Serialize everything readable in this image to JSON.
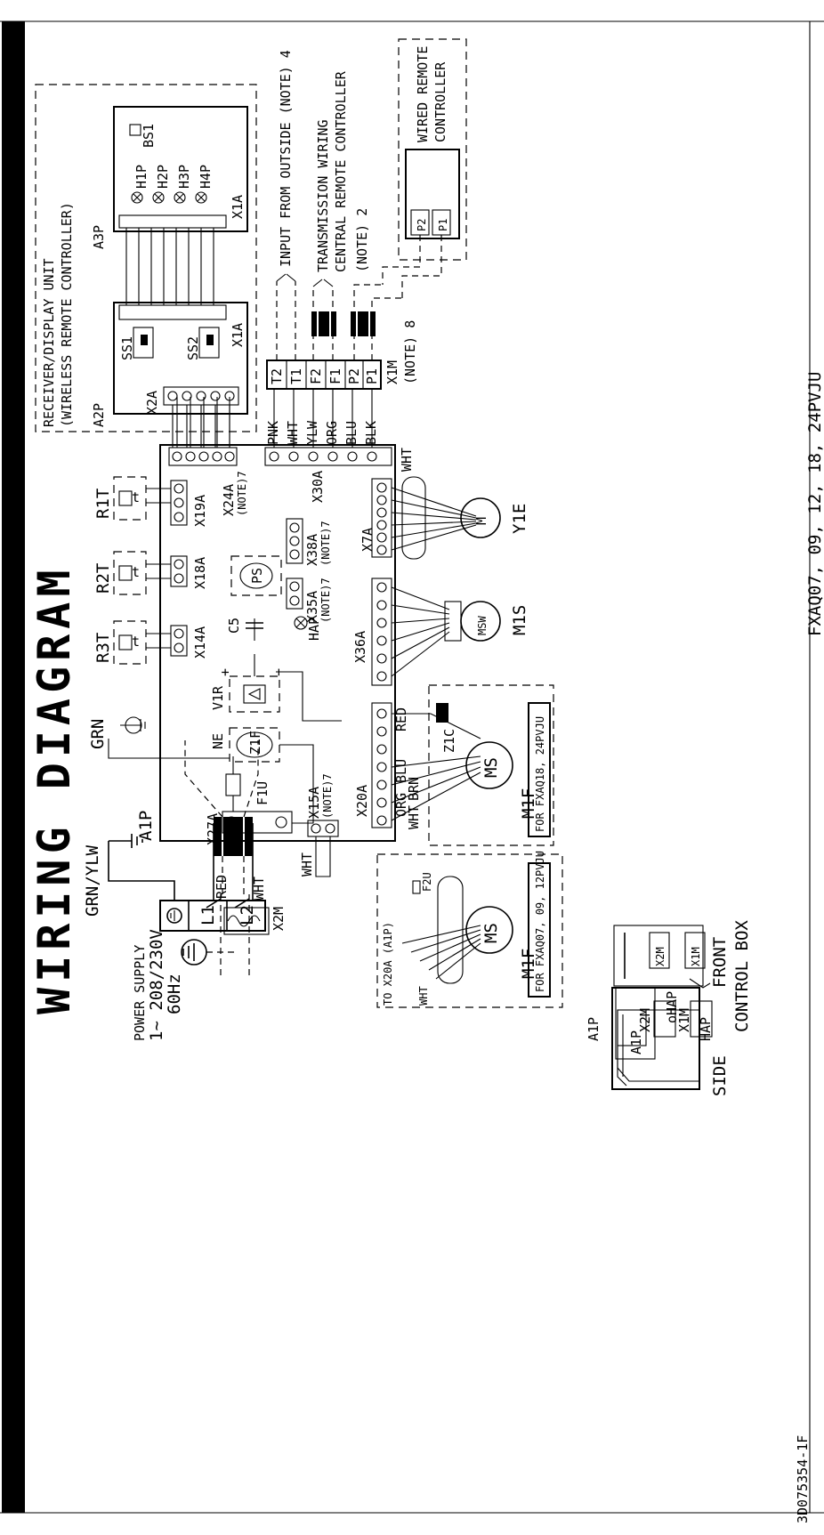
{
  "title": "WIRING DIAGRAM",
  "doc_number": "3D075354-1F",
  "model_line": "FXAQ07, 09, 12, 18, 24PVJU",
  "power_supply": {
    "label": "POWER SUPPLY",
    "phase_voltage": "1~ 208/230V",
    "frequency": "60Hz"
  },
  "ground_labels": {
    "main": "GRN/YLW",
    "board": "GRN"
  },
  "terminal_x2m": {
    "name": "X2M",
    "l1": "L1",
    "l2": "L2",
    "wire_l1": "RED",
    "wire_l2": "WHT"
  },
  "pcb": {
    "name": "A1P",
    "connectors": {
      "x27a": "X27A",
      "f1u": "F1U",
      "z1f": "Z1F",
      "ne": "NE",
      "v1r": "V1R",
      "c5": "C5",
      "ps": "PS",
      "hap": "HAP",
      "x14a": "X14A",
      "x18a": "X18A",
      "x19a": "X19A",
      "x24a": "X24A",
      "x38a": "X38A",
      "x35a": "X35A",
      "x30a": "X30A",
      "x36a": "X36A",
      "x7a": "X7A",
      "x20a": "X20A",
      "x15a": "X15A"
    },
    "note7": "(NOTE)7",
    "x15a_wire": "WHT",
    "x7a_wire": "WHT"
  },
  "thermistors": [
    "R1T",
    "R2T",
    "R3T"
  ],
  "receiver": {
    "title_line1": "RECEIVER/DISPLAY UNIT",
    "title_line2": "(WIRELESS REMOTE CONTROLLER)",
    "a2p": "A2P",
    "a3p": "A3P",
    "ss1": "SS1",
    "ss2": "SS2",
    "x1a_a2p": "X1A",
    "x1a_a3p": "X1A",
    "x2a": "X2A",
    "leds": [
      "H1P",
      "H2P",
      "H3P",
      "H4P"
    ],
    "bs1": "BS1"
  },
  "x1m": {
    "name": "X1M",
    "note": "(NOTE) 8",
    "terminals": [
      "T2",
      "T1",
      "F2",
      "F1",
      "P2",
      "P1"
    ],
    "wire_colors": [
      "PNK",
      "WHT",
      "YLW",
      "ORG",
      "BLU",
      "BLK"
    ]
  },
  "external_wiring": {
    "input_outside": "INPUT FROM OUTSIDE (NOTE) 4",
    "transmission": "TRANSMISSION WIRING",
    "central_remote": "CENTRAL REMOTE CONTROLLER",
    "note2": "(NOTE) 2"
  },
  "wired_remote": {
    "line1": "WIRED REMOTE",
    "line2": "CONTROLLER",
    "p2": "P2",
    "p1": "P1"
  },
  "motors": {
    "y1e": "Y1E",
    "y1e_m": "M",
    "m1s": "M1S",
    "msw": "MSW",
    "m1f": "M1F",
    "ms": "MS",
    "z1c": "Z1C",
    "x20a_colors": [
      "RED",
      "BLU",
      "BRN",
      "ORG",
      "WHT"
    ],
    "label_18_24": "FOR FXAQ18, 24PVJU",
    "label_07_12": "FOR FXAQ07, 09, 12PVJU",
    "to_x20a": "TO X20A (A1P)",
    "f2u": "F2U",
    "wht": "WHT"
  },
  "control_box": {
    "a1p": "A1P",
    "x2m": "X2M",
    "x1m": "X1M",
    "hap": "HAP",
    "side": "SIDE",
    "front": "FRONT",
    "title": "CONTROL BOX",
    "inner_a1p": "A1P",
    "inner_hap": "oHAP",
    "front_x2m": "X2M",
    "front_x1m": "X1M"
  }
}
